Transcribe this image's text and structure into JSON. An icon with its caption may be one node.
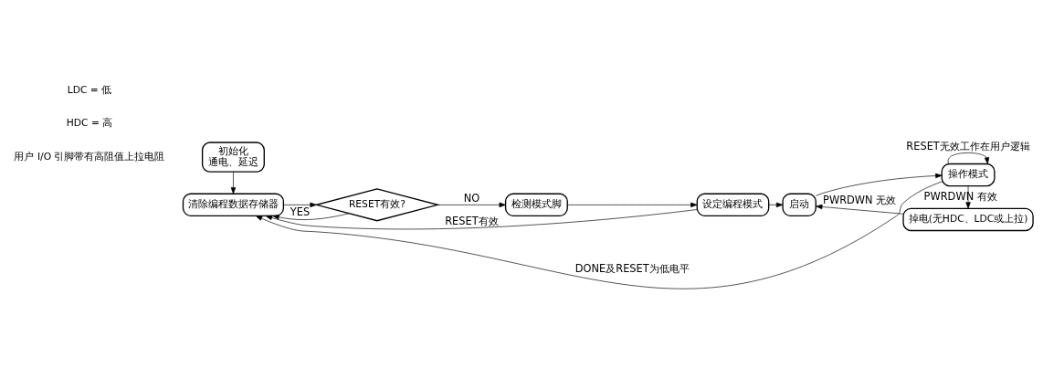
{
  "diagram": {
    "nodes": [
      {
        "text": [
          "初始化",
          "通电、延迟"
        ]
      },
      {
        "text": [
          "清除编程数据存储器"
        ]
      },
      {
        "text": [
          "RESET有效?"
        ]
      },
      {
        "text": [
          "检测模式脚"
        ]
      },
      {
        "text": [
          "设定编程模式"
        ]
      },
      {
        "text": [
          "启动"
        ]
      },
      {
        "text": [
          "操作模式"
        ]
      },
      {
        "text": [
          "掉电(无HDC、LDC或上拉)"
        ]
      }
    ],
    "edges": [
      {
        "from": 0,
        "to": 1,
        "arrow": "to"
      },
      {
        "from": 1,
        "to": 2,
        "arrow": "to"
      },
      {
        "from": 2,
        "to": 1,
        "label": "YES",
        "arrow": "to"
      },
      {
        "from": 2,
        "to": 3,
        "label": "NO",
        "arrow": "to"
      },
      {
        "from": 3,
        "to": 4,
        "arrow": "to"
      },
      {
        "from": 4,
        "to": 1,
        "label": "RESET有效",
        "arrow": "to"
      },
      {
        "from": 4,
        "to": 5,
        "arrow": "to"
      },
      {
        "from": 5,
        "to": 6,
        "arrow": "to"
      },
      {
        "from": 7,
        "to": 5,
        "label": "PWRDWN 无效",
        "arrow": "to"
      },
      {
        "from": 6,
        "to": 7,
        "label": "PWRDWN 有效",
        "arrow": "to"
      },
      {
        "from": 6,
        "to": 6,
        "label": "RESET无效工作在用户逻辑",
        "arrow": "to"
      },
      {
        "from": 6,
        "to": 1,
        "label": "DONE及RESET为低电平",
        "arrow": "to"
      }
    ],
    "labels": [
      "用户 I/O 引脚带有高阻值上拉电阻",
      "HDC = 高",
      "LDC = 低"
    ]
  }
}
